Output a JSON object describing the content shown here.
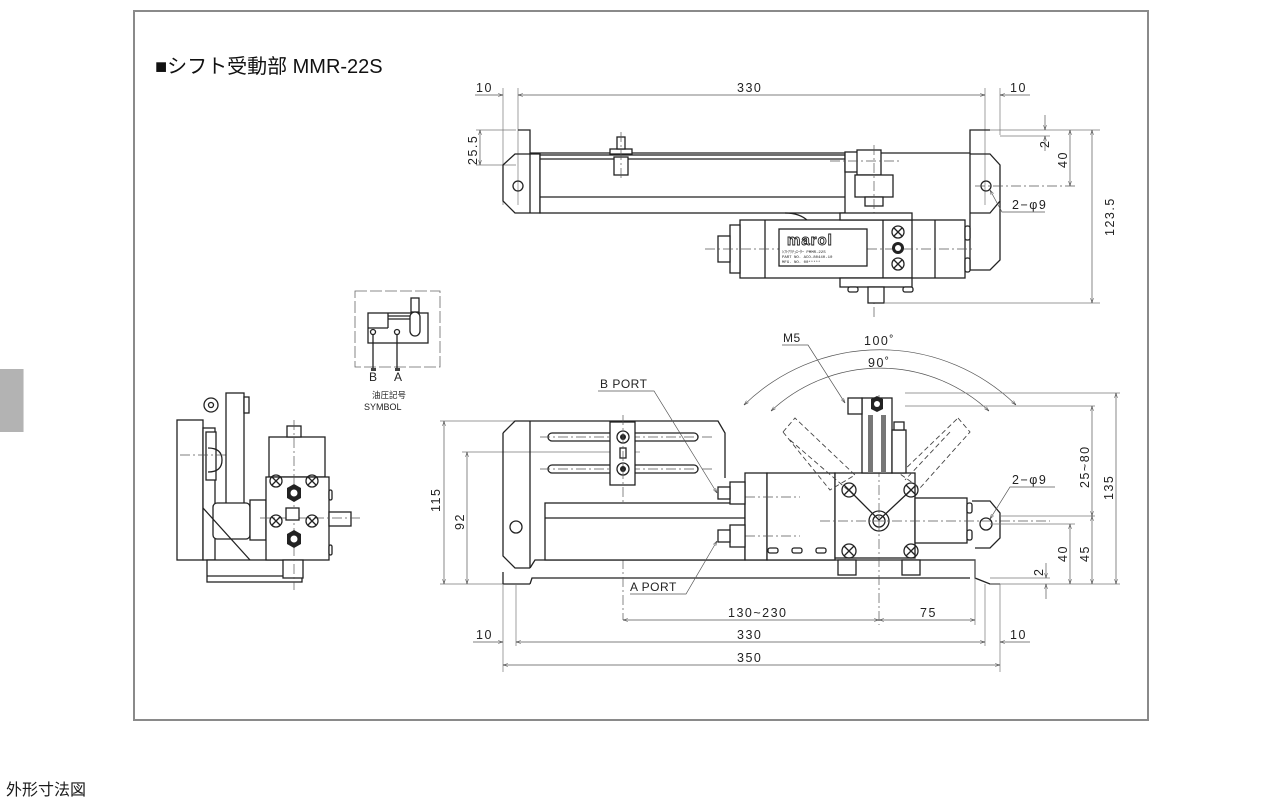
{
  "drawing": {
    "title": "■シフト受動部 MMR-22S",
    "top_view": {
      "dims": {
        "left_flange": "10",
        "span": "330",
        "right_flange": "10",
        "bracket_offset": "25.5",
        "plate_thickness": "2",
        "hole_height": "40",
        "total_height": "123.5",
        "holes": "2−φ9"
      },
      "nameplate": {
        "brand": "marol",
        "line1": "ｼﾌﾄｱｸﾁｭｴｰﾀｰ PMMR-22S",
        "line2": "PART NO.  ACO-80440-10",
        "line3": "MFG. NO.  00*****"
      }
    },
    "symbol": {
      "port_b": "B",
      "port_a": "A",
      "label_jp": "油圧記号",
      "label_en": "SYMBOL"
    },
    "front_view": {
      "labels": {
        "m5": "M5",
        "b_port": "B PORT",
        "a_port": "A PORT",
        "holes": "2−φ9"
      },
      "angles": {
        "outer": "100˚",
        "inner": "90˚"
      },
      "dims": {
        "height_115": "115",
        "height_92": "92",
        "stroke": "25~80",
        "total_135": "135",
        "h45": "45",
        "h40": "40",
        "t2": "2",
        "adj_range": "130~230",
        "offset_75": "75",
        "left_flange": "10",
        "span": "330",
        "right_flange": "10",
        "overall": "350"
      }
    }
  },
  "caption": "外形寸法図",
  "colors": {
    "frame": "#8a8a8a",
    "line": "#222222",
    "side_tab": "#b3b3b3"
  }
}
